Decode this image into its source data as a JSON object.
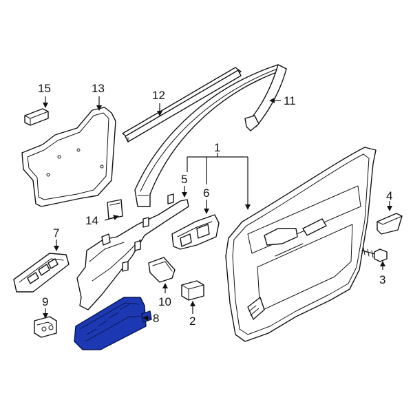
{
  "colors": {
    "highlight": "#1c39b3",
    "line": "#111111",
    "background": "#ffffff"
  },
  "callouts": {
    "c1": "1",
    "c2": "2",
    "c3": "3",
    "c4": "4",
    "c5": "5",
    "c6": "6",
    "c7": "7",
    "c8": "8",
    "c9": "9",
    "c10": "10",
    "c11": "11",
    "c12": "12",
    "c13": "13",
    "c14": "14",
    "c15": "15"
  }
}
